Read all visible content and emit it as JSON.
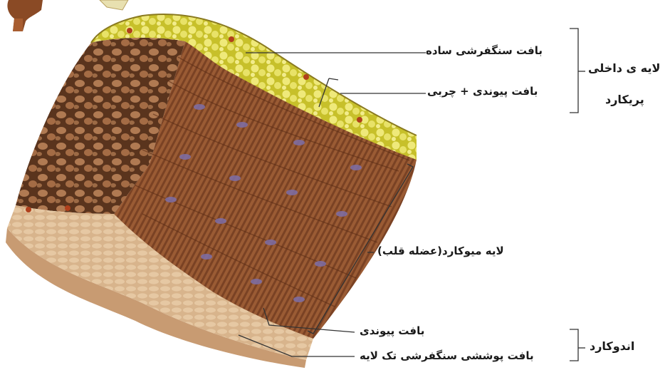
{
  "labels": {
    "simple_squamous": "بافت سنگفرشی ساده",
    "connective_fat": "بافت پیوندی + چربی",
    "inner_layer_line1": "لایه ی داخلی",
    "inner_layer_line2": "پریکارد",
    "myocardium": "لایه میوکارد(عضله قلب)",
    "connective": "بافت پیوندی",
    "single_layer_squamous": "بافت پوششی سنگفرشی تک لایه",
    "endocardium": "اندوکارد"
  }
}
